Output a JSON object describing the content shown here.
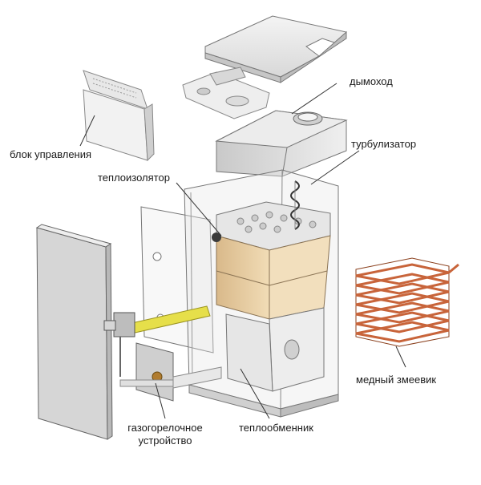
{
  "labels": {
    "chimney": "дымоход",
    "control_unit": "блок управления",
    "turbulizer": "турбулизатор",
    "insulator": "теплоизолятор",
    "copper_coil": "медный змеевик",
    "burner_line1": "газогорелочное",
    "burner_line2": "устройство",
    "heat_exchanger": "теплообменник"
  },
  "colors": {
    "line": "#333333",
    "insulation": "#e8cfa2",
    "copper": "#c8643a",
    "gas_pipe": "#e6df4a",
    "panel": "#c9c9c9",
    "frame": "#d9d9d9"
  }
}
